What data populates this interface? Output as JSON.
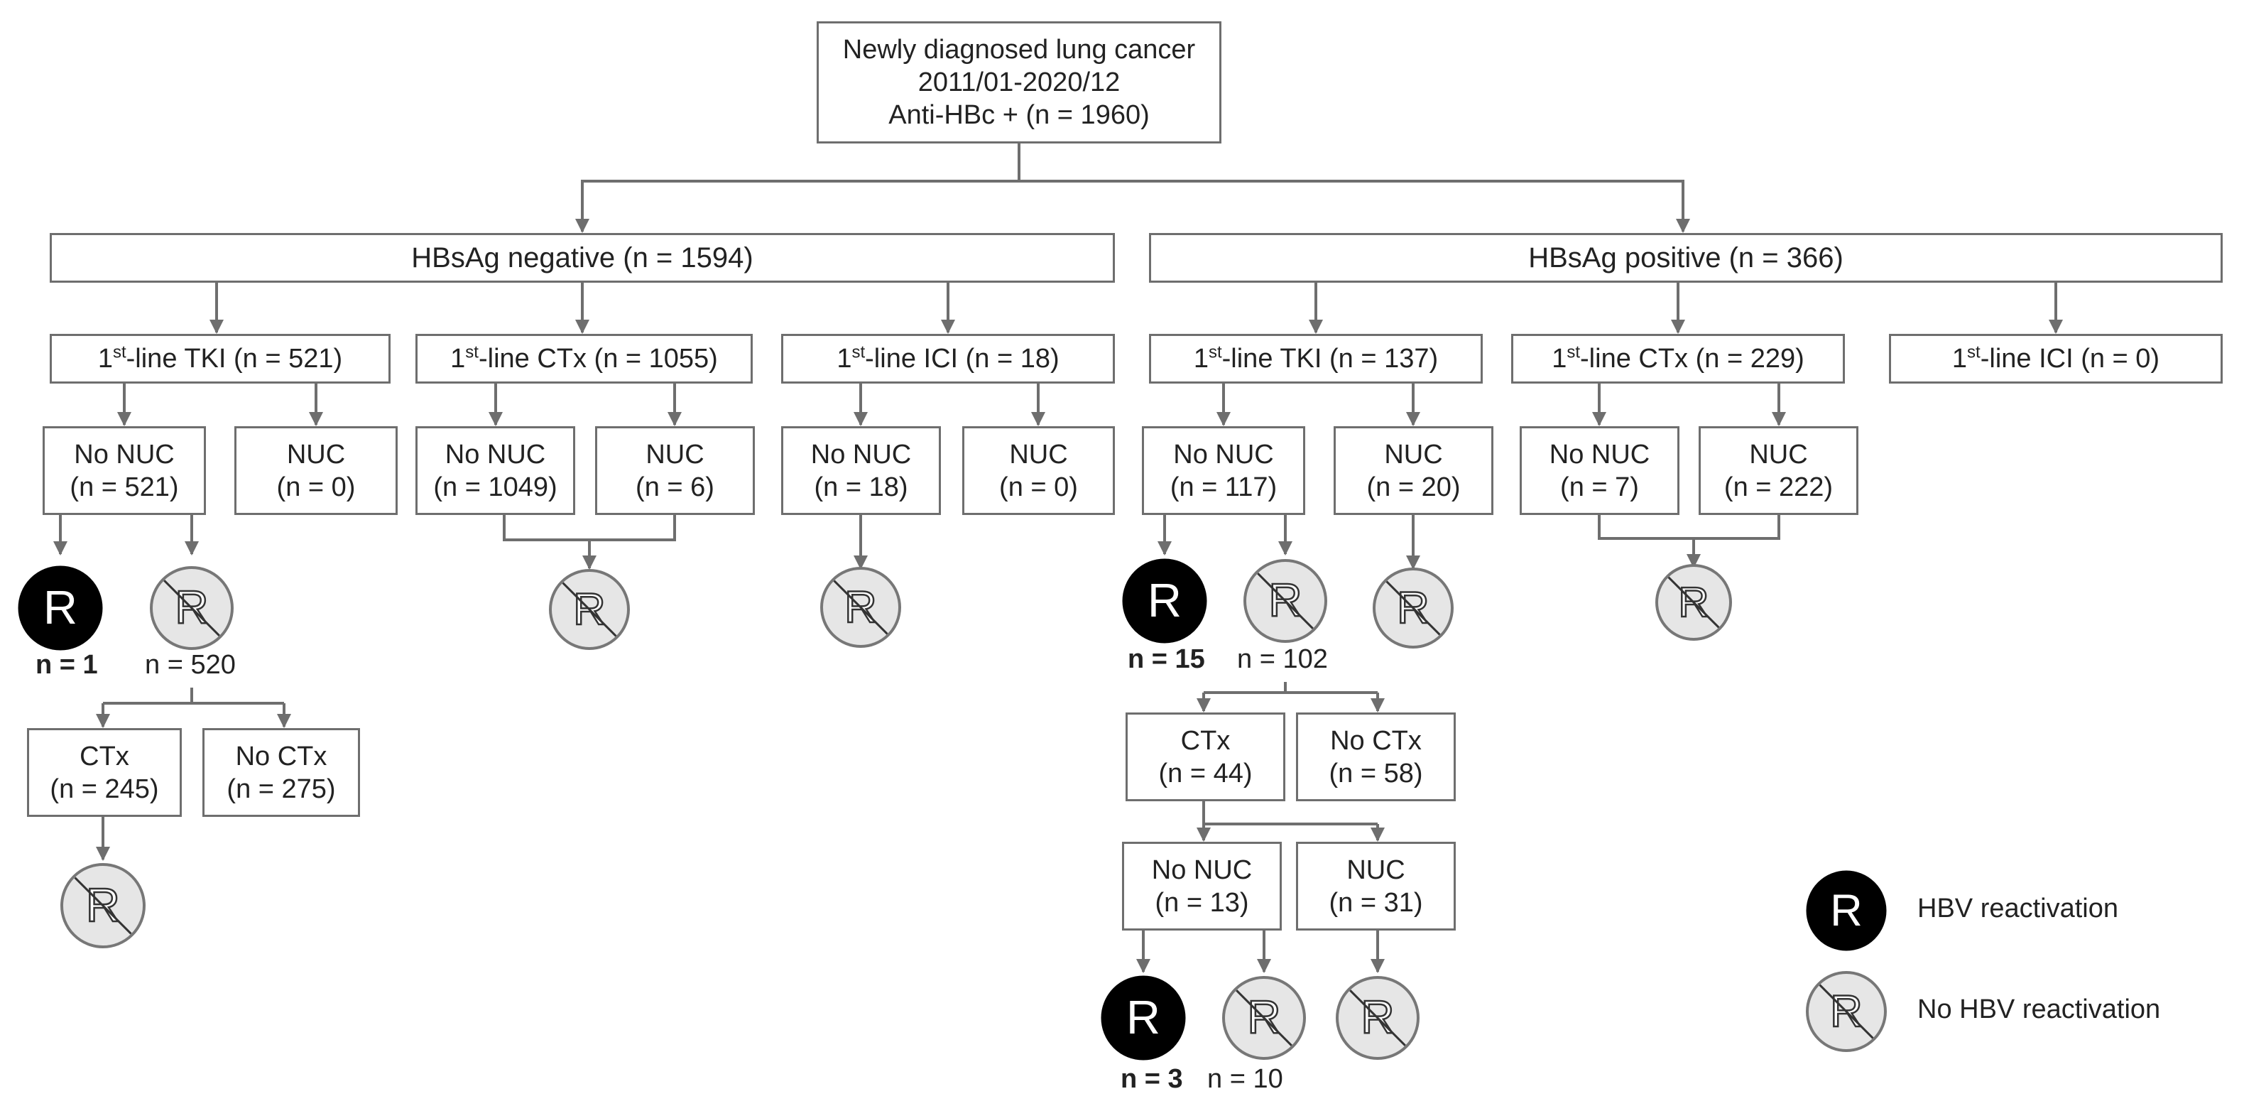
{
  "root": {
    "line1": "Newly diagnosed lung cancer",
    "line2": "2011/01-2020/12",
    "line3": "Anti-HBc + (n = 1960)"
  },
  "hbsag_negative": {
    "label": "HBsAg negative (n = 1594)",
    "tki": {
      "prefix": "1",
      "sup": "st",
      "suffix": "-line TKI (n = 521)",
      "no_nuc": {
        "line1": "No NUC",
        "line2": "(n = 521)"
      },
      "nuc": {
        "line1": "NUC",
        "line2": "(n = 0)"
      },
      "reactivation_count": "n = 1",
      "no_reactivation_count": "n = 520",
      "ctx": {
        "line1": "CTx",
        "line2": "(n = 245)"
      },
      "no_ctx": {
        "line1": "No CTx",
        "line2": "(n = 275)"
      }
    },
    "ctx": {
      "prefix": "1",
      "sup": "st",
      "suffix": "-line CTx (n = 1055)",
      "no_nuc": {
        "line1": "No NUC",
        "line2": "(n = 1049)"
      },
      "nuc": {
        "line1": "NUC",
        "line2": "(n = 6)"
      }
    },
    "ici": {
      "prefix": "1",
      "sup": "st",
      "suffix": "-line ICI (n = 18)",
      "no_nuc": {
        "line1": "No NUC",
        "line2": "(n = 18)"
      },
      "nuc": {
        "line1": "NUC",
        "line2": "(n = 0)"
      }
    }
  },
  "hbsag_positive": {
    "label": "HBsAg positive (n = 366)",
    "tki": {
      "prefix": "1",
      "sup": "st",
      "suffix": "-line TKI (n = 137)",
      "no_nuc": {
        "line1": "No NUC",
        "line2": "(n = 117)"
      },
      "nuc": {
        "line1": "NUC",
        "line2": "(n = 20)"
      },
      "reactivation_count": "n = 15",
      "no_reactivation_count": "n = 102",
      "ctx": {
        "line1": "CTx",
        "line2": "(n = 44)"
      },
      "no_ctx": {
        "line1": "No CTx",
        "line2": "(n = 58)"
      },
      "ctx_no_nuc": {
        "line1": "No NUC",
        "line2": "(n = 13)"
      },
      "ctx_nuc": {
        "line1": "NUC",
        "line2": "(n = 31)"
      },
      "ctx_reactivation_count": "n = 3",
      "ctx_no_reactivation_count": "n = 10"
    },
    "ctx": {
      "prefix": "1",
      "sup": "st",
      "suffix": "-line CTx (n = 229)",
      "no_nuc": {
        "line1": "No NUC",
        "line2": "(n = 7)"
      },
      "nuc": {
        "line1": "NUC",
        "line2": "(n = 222)"
      }
    },
    "ici": {
      "prefix": "1",
      "sup": "st",
      "suffix": "-line ICI (n = 0)"
    }
  },
  "icon_letter": "R",
  "legend": {
    "reactivation": "HBV reactivation",
    "no_reactivation": "No HBV reactivation"
  },
  "colors": {
    "line": "#6e6e6e",
    "reactivation_fill": "#000000",
    "no_reactivation_fill": "#e6e6e6"
  },
  "icons": {
    "reactivation": "filled-r-circle-icon",
    "no_reactivation": "crossed-r-circle-icon"
  }
}
